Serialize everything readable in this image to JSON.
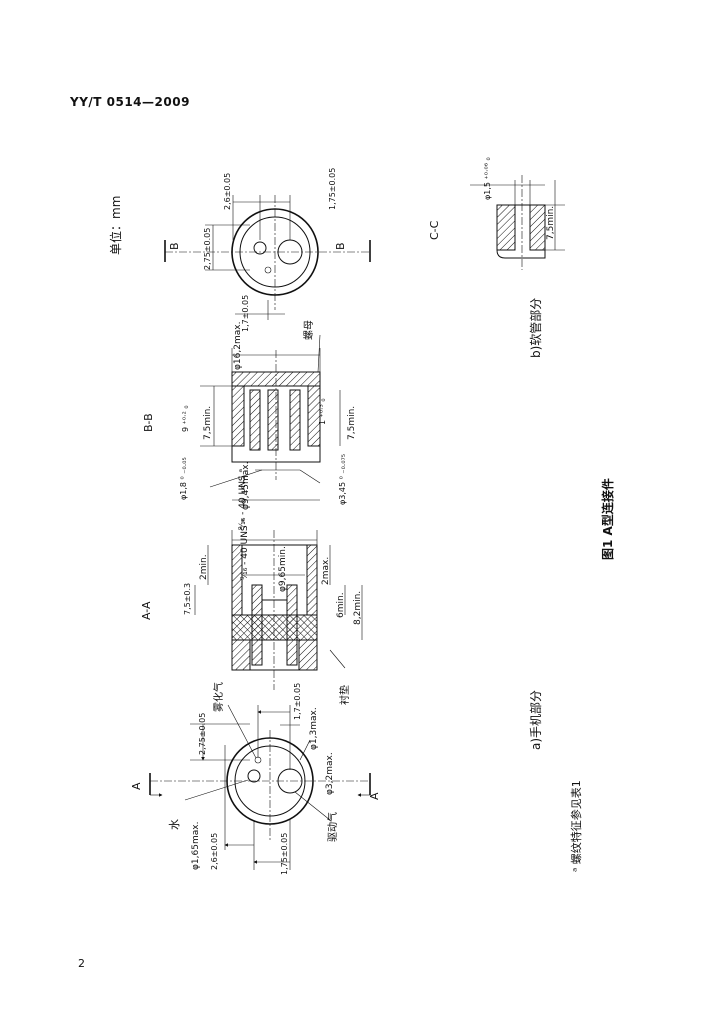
{
  "header": {
    "standard_no": "YY/T 0514—2009"
  },
  "page": {
    "number": "2"
  },
  "labels": {
    "unit": "单位：mm",
    "figure_caption": "图1  A型连接件",
    "part_a_caption": "a)手机部分",
    "part_b_caption": "b)软管部分",
    "note": "ᵃ 螺纹特征参见表1",
    "section_aa": "A-A",
    "section_bb": "B-B",
    "section_cc": "C-C",
    "cut_a": "A",
    "cut_b": "B",
    "water": "水",
    "atomizing_air": "雾化气",
    "drive_air": "驱动气",
    "gasket": "衬垫",
    "nut": "螺母"
  },
  "dims_a_view": {
    "d165": "φ1,65max.",
    "d26": "2,6±0.05",
    "d175": "1,75±0.05",
    "d275": "2,75±0.05",
    "d17": "1,7±0.05",
    "d13": "φ1,3max.",
    "d32": "φ3,2max."
  },
  "dims_aa": {
    "thread": "⁹⁄₁₆ - 40 UNS ᵃ",
    "d965": "φ9,65min.",
    "min2": "2min.",
    "max2": "2max.",
    "d75": "7,5±0.3",
    "min6": "6min.",
    "min82": "8,2min."
  },
  "dims_bb": {
    "d162": "φ16,2max.",
    "d9": "9 ⁺⁰·² ₀",
    "min75a": "7,5min.",
    "min75b": "7,5min.",
    "d1": "1 ⁺⁰·³ ₀",
    "d18": "φ1,8 ⁰ ₋₀.₀₅",
    "d945": "φ9,45max.",
    "d345": "φ3,45 ⁰ ₋₀.₀₇₅",
    "thread": "⁹⁄₁₆ - 40 UNS ᵃ"
  },
  "dims_b_view": {
    "d26": "2,6±0.05",
    "d175": "1,75±0.05",
    "d275": "2,75±0.05",
    "d17": "1,7±0.05"
  },
  "dims_cc": {
    "d15": "φ1,5 ⁺⁰·⁰⁶ ₀",
    "min75": "7,5min."
  }
}
